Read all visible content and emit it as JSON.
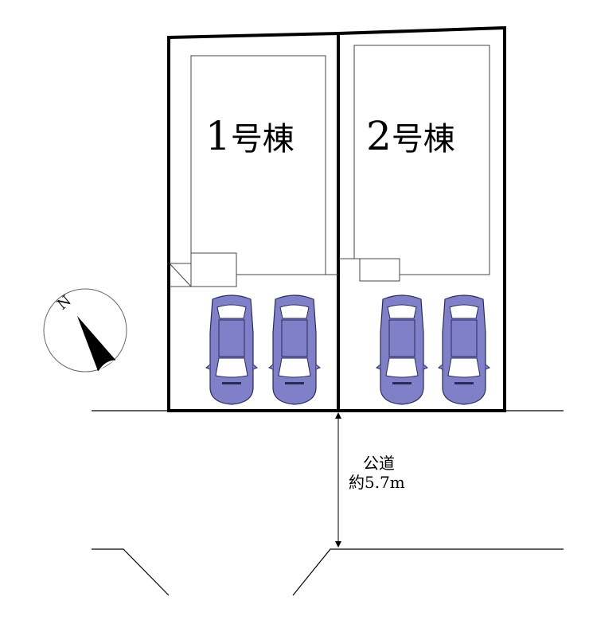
{
  "buildings": [
    {
      "number": "1",
      "label": "号棟"
    },
    {
      "number": "2",
      "label": "号棟"
    }
  ],
  "road": {
    "line1": "公道",
    "line2": "約5.7m"
  },
  "compass": {
    "north_label": "N"
  },
  "colors": {
    "car": "#8080c8",
    "car_outline": "#2a2a5a",
    "line": "#000000"
  }
}
